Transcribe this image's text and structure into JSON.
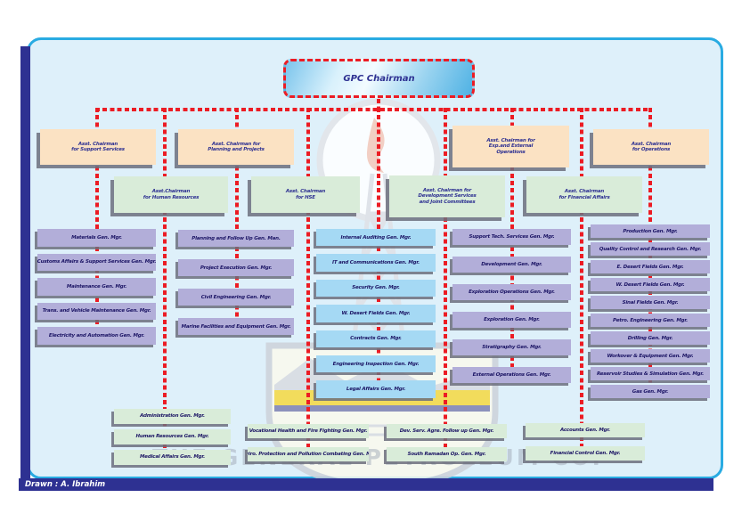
{
  "chairman": {
    "label": "GPC Chairman"
  },
  "footer": {
    "drawn_by": "Drawn : A. Ibrahim"
  },
  "watermark": {
    "company": "THE GENERAL PETROLEUM CO."
  },
  "colors": {
    "panel_bg": "#def0fa",
    "panel_border": "#29abe2",
    "frame_navy": "#2e3192",
    "connector_red": "#ec1c24",
    "head_row1_peach": "#fbe2c3",
    "head_row2_green": "#d9ecd9",
    "dept_purple": "#b2aed9",
    "dept_lightblue": "#a5d9f4",
    "dept_green": "#d9ecd9",
    "text_navy": "#1b1464"
  },
  "units": {
    "support_services": {
      "head": "Asst. Chairman\nfor Support Services",
      "depts": [
        "Materials Gen. Mgr.",
        "Customs Affairs & Support Services Gen. Mgr.",
        "Maintenance Gen. Mgr.",
        "Trans. and Vehicle Maintenance Gen. Mgr.",
        "Electricity and Automation Gen. Mgr."
      ]
    },
    "planning_projects": {
      "head": "Asst. Chairman for\nPlanning and Projects",
      "depts": [
        "Planning and Follow Up Gen. Man.",
        "Project Execution Gen. Mgr.",
        "Civil Engineering Gen. Mgr.",
        "Marine Facilities and Equipment Gen. Mgr."
      ]
    },
    "human_resources": {
      "head": "Asst.Chairman\nfor Human Resources",
      "depts": [
        "Administration Gen. Mgr.",
        "Human Resources Gen. Mgr.",
        "Medical Affairs Gen. Mgr."
      ]
    },
    "hse": {
      "head": "Asst. Chairman\nfor HSE",
      "depts": [
        "Vocational Health and Fire Fighting Gen. Mgr.",
        "Enviro. Protection and Pollution Combating Gen. Mgr."
      ]
    },
    "chairman_office": {
      "depts": [
        "Internal Auditing Gen. Mgr.",
        "IT and Communications Gen. Mgr.",
        "Security Gen. Mgr.",
        "W. Desert Fields Gen. Mgr.",
        "Contracts Gen. Mgr.",
        "Engineering Inspection Gen. Mgr.",
        "Legal Affairs Gen. Mgr."
      ]
    },
    "development_services": {
      "head": "Asst. Chairman for\nDevelopment Services\nand Joint Committees",
      "depts": [
        "Dev. Serv. Agre. Follow up Gen. Mgr.",
        "South Ramadan Op. Gen. Mgr."
      ]
    },
    "exp_external_operations": {
      "head": "Asst. Chairman for\nExp.and External\nOperations",
      "depts": [
        "Support Tech. Services Gen. Mgr.",
        "Development Gen. Mgr.",
        "Exploration Operations Gen. Mgr.",
        "Exploration Gen. Mgr.",
        "Stratigraphy Gen. Mgr.",
        "External Operations Gen. Mgr."
      ]
    },
    "financial_affairs": {
      "head": "Asst. Chairman\nfor Financial Affairs",
      "depts": [
        "Accounts Gen. Mgr.",
        "Financial Control Gen. Mgr."
      ]
    },
    "operations": {
      "head": "Asst. Chairman\nfor Operations",
      "depts": [
        "Production Gen. Mgr.",
        "Quality Control and Research Gen. Mgr.",
        "E. Desert Fields Gen. Mgr.",
        "W. Desert Fields Gen. Mgr.",
        "Sinai Fields Gen. Mgr.",
        "Petro. Engineering Gen. Mgr.",
        "Drilling Gen. Mgr.",
        "Workover & Equipment Gen. Mgr.",
        "Reservoir Studies & Simulation Gen. Mgr.",
        "Gas Gen. Mgr."
      ]
    }
  }
}
